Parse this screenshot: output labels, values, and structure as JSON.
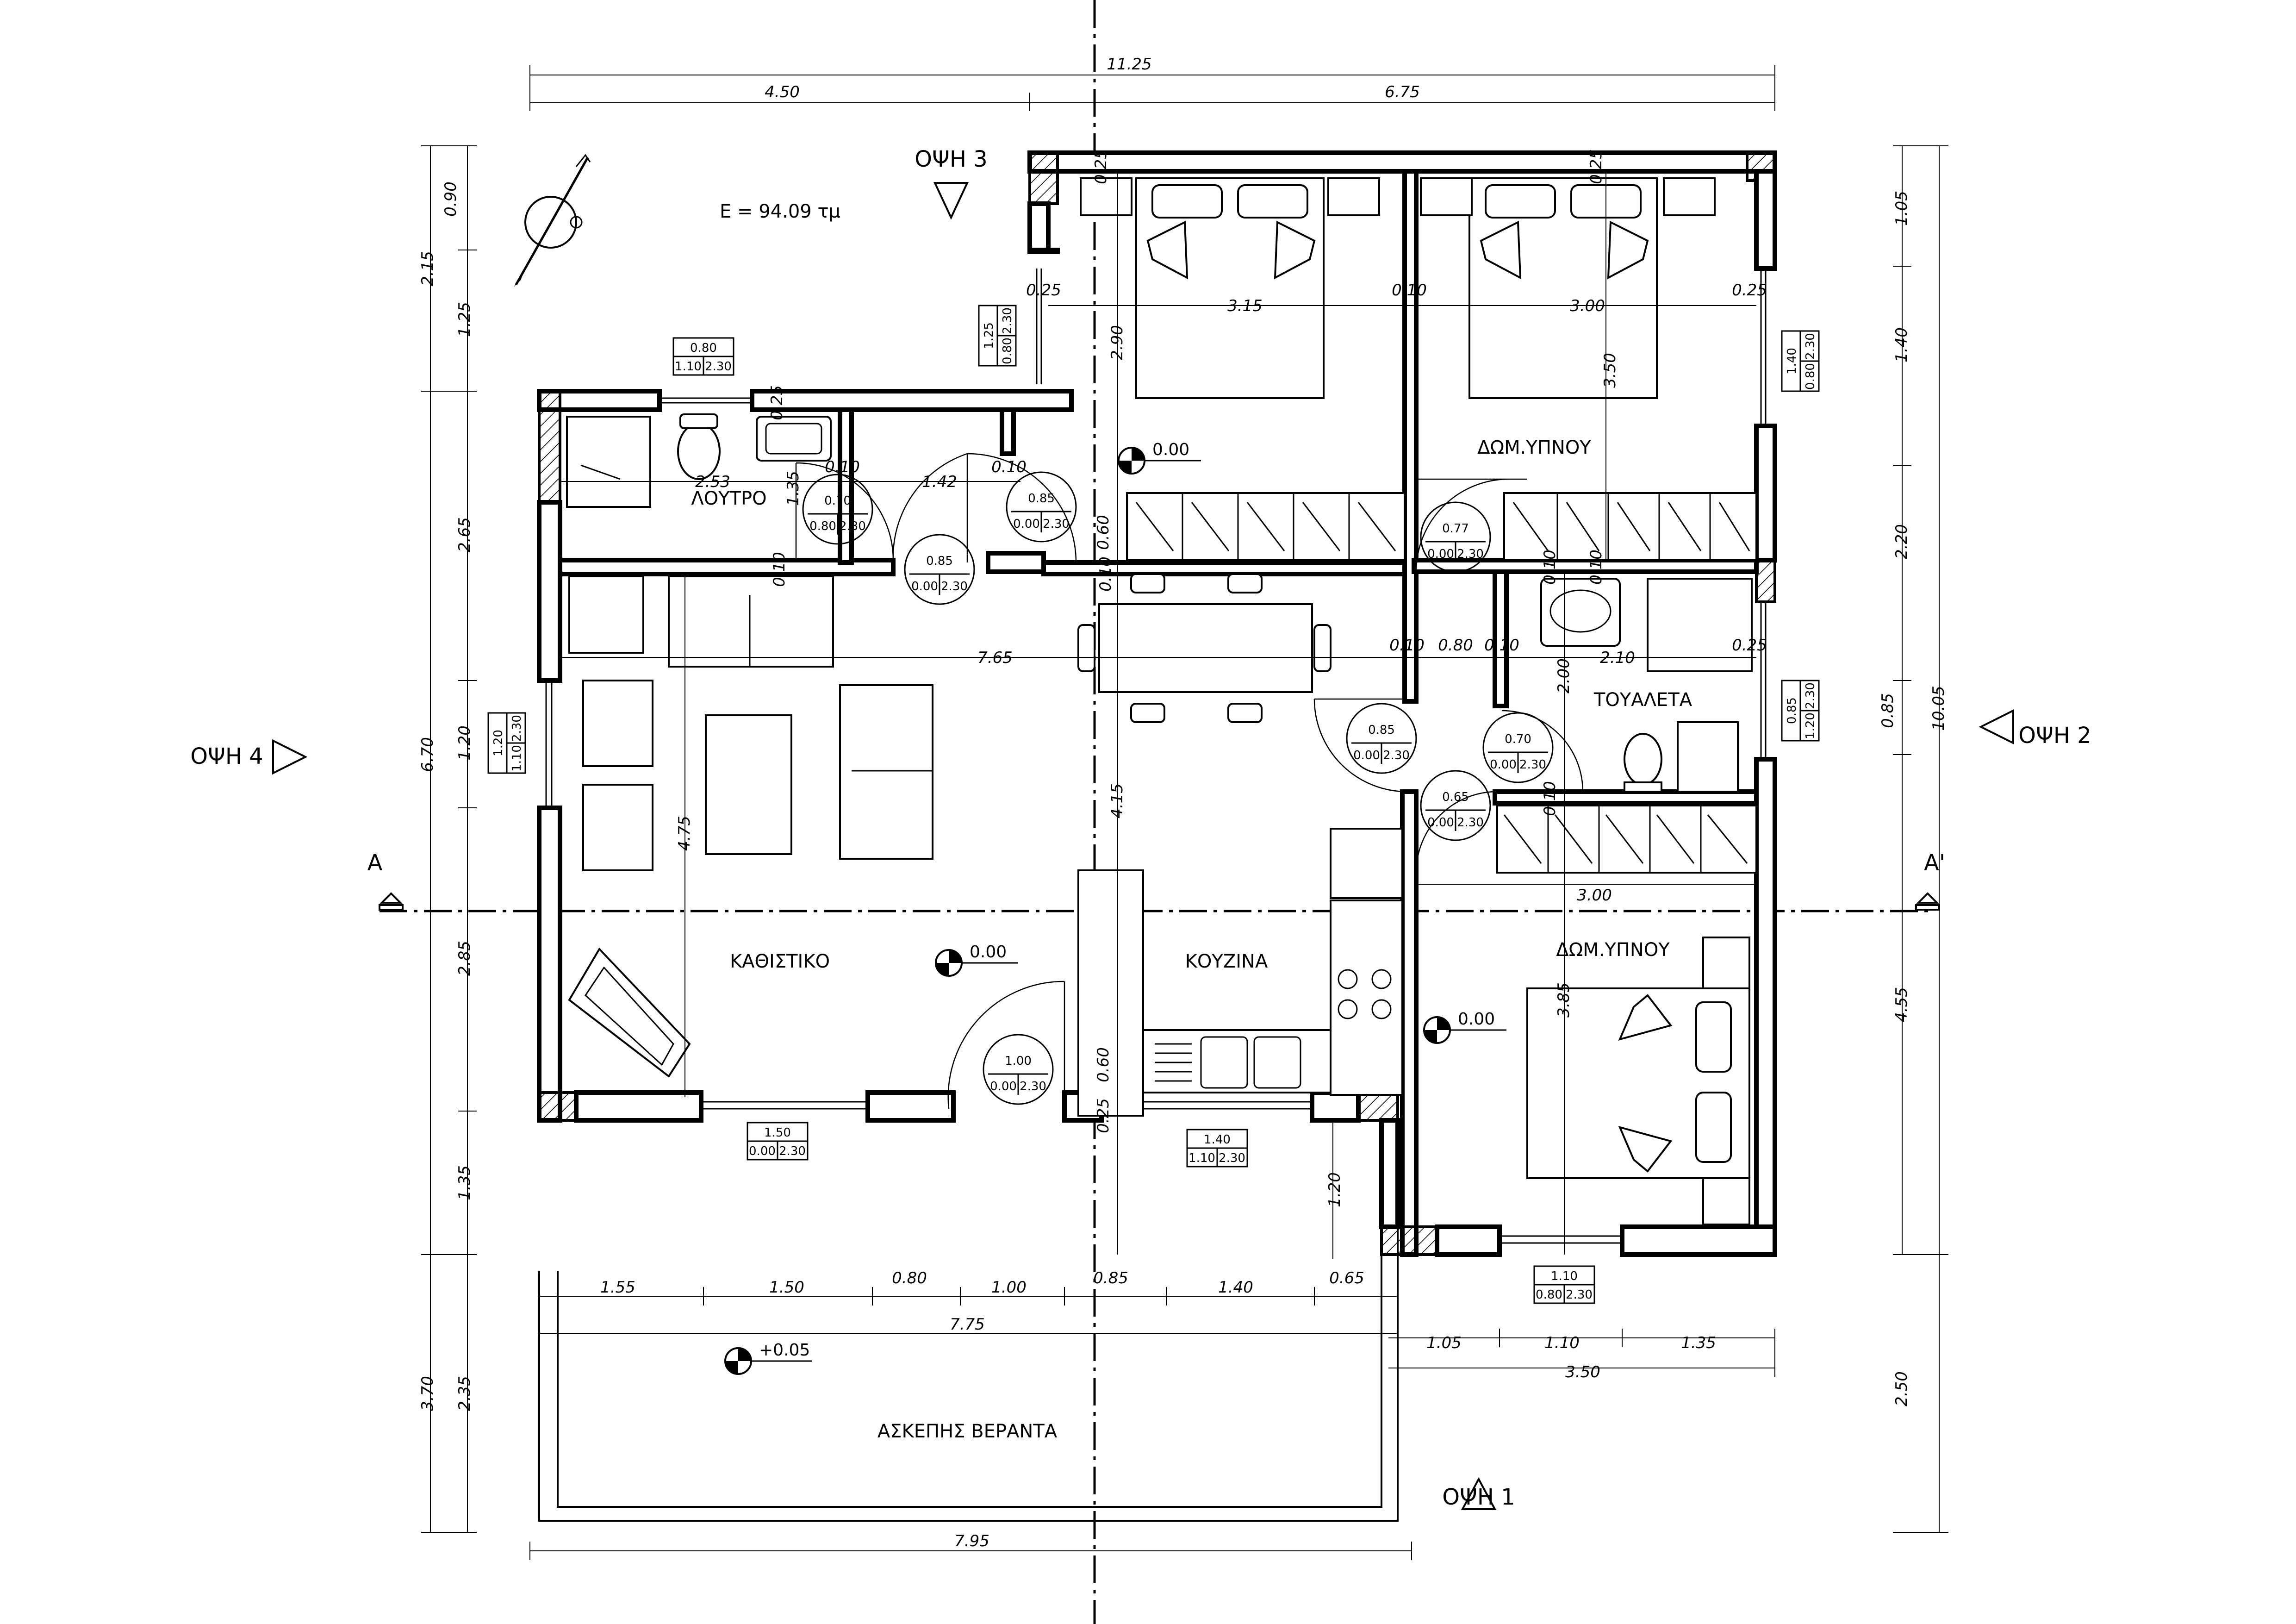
{
  "area_label": "Ε = 94.09 τμ",
  "rooms": {
    "bathroom": "ΛΟΥΤΡΟ",
    "bedroom_top": "ΔΩΜ.ΥΠΝΟΥ",
    "toilet": "ΤΟΥΑΛΕΤΑ",
    "living": "ΚΑΘΙΣΤΙΚΟ",
    "kitchen": "ΚΟΥΖΙΝΑ",
    "bedroom_bottom": "ΔΩΜ.ΥΠΝΟΥ",
    "veranda": "ΑΣΚΕΠΗΣ ΒΕΡΑΝΤΑ"
  },
  "views": {
    "top": "ΟΨΗ 3",
    "right": "ΟΨΗ 2",
    "left": "ΟΨΗ 4",
    "bottom": "ΟΨΗ 1"
  },
  "section": {
    "left": "A",
    "right": "A'"
  },
  "elevations": {
    "bedroom_top": "0.00",
    "living": "0.00",
    "bedroom_bottom": "0.00",
    "veranda": "+0.05"
  },
  "dims_top": {
    "total": "11.25",
    "left": "4.50",
    "right": "6.75"
  },
  "dims_left_outer": {
    "top": "2.15",
    "middle": "6.70",
    "bottom": "3.70"
  },
  "dims_left_inner": [
    "0.90",
    "1.25",
    "2.65",
    "1.20",
    "2.85",
    "1.35",
    "2.35"
  ],
  "dims_right_inner": [
    "1.05",
    "1.40",
    "2.20",
    "0.85",
    "4.55",
    "2.50"
  ],
  "dims_right_outer": "10.05",
  "dims_bottom": {
    "veranda_width": "7.95"
  },
  "dims_veranda": [
    "1.55",
    "1.50",
    "0.80",
    "1.00",
    "0.85",
    "1.40",
    "0.65"
  ],
  "dims_veranda_total": "7.75",
  "dims_br": [
    "1.05",
    "1.10",
    "1.35"
  ],
  "dims_br_total": "3.50",
  "dims_interior": {
    "d_025_a": "0.25",
    "d_315": "3.15",
    "d_010_a": "0.10",
    "d_300_a": "3.00",
    "d_025_b": "0.25",
    "d_290": "2.90",
    "d_350": "3.50",
    "d_025_c": "0.25",
    "d_025_d": "0.25",
    "d_025_e": "0.25",
    "d_253": "2.53",
    "d_135": "1.35",
    "d_010_b": "0.10",
    "d_142": "1.42",
    "d_010_c": "0.10",
    "d_010_d": "0.10",
    "d_010_e": "0.10",
    "d_010_f": "0.10",
    "d_080": "0.80",
    "d_010_g": "0.10",
    "d_210": "2.10",
    "d_025_f": "0.25",
    "d_765": "7.65",
    "d_200": "2.00",
    "d_010_h": "0.10",
    "d_010_i": "0.10",
    "d_010_j": "0.10",
    "d_300_b": "3.00",
    "d_475": "4.75",
    "d_415": "4.15",
    "d_385": "3.85",
    "d_060_a": "0.60",
    "d_060_b": "0.60",
    "d_025_g": "0.25",
    "d_120": "1.20"
  },
  "windows": [
    {
      "w": "0.80",
      "sill": "1.10",
      "h": "2.30"
    },
    {
      "w": "1.25",
      "sill": "0.80",
      "h": "2.30"
    },
    {
      "w": "1.40",
      "sill": "0.80",
      "h": "2.30"
    },
    {
      "w": "0.85",
      "sill": "1.20",
      "h": "2.30"
    },
    {
      "w": "1.20",
      "sill": "1.10",
      "h": "2.30"
    },
    {
      "w": "1.50",
      "sill": "0.00",
      "h": "2.30"
    },
    {
      "w": "1.40",
      "sill": "1.10",
      "h": "2.30"
    },
    {
      "w": "1.10",
      "sill": "0.80",
      "h": "2.30"
    }
  ],
  "doors": [
    {
      "w": "0.70",
      "sill": "0.80",
      "h": "2.30"
    },
    {
      "w": "0.85",
      "sill": "0.00",
      "h": "2.30"
    },
    {
      "w": "0.85",
      "sill": "0.00",
      "h": "2.30"
    },
    {
      "w": "0.77",
      "sill": "0.00",
      "h": "2.30"
    },
    {
      "w": "0.85",
      "sill": "0.00",
      "h": "2.30"
    },
    {
      "w": "0.70",
      "sill": "0.00",
      "h": "2.30"
    },
    {
      "w": "0.65",
      "sill": "0.00",
      "h": "2.30"
    },
    {
      "w": "1.00",
      "sill": "0.00",
      "h": "2.30"
    }
  ]
}
